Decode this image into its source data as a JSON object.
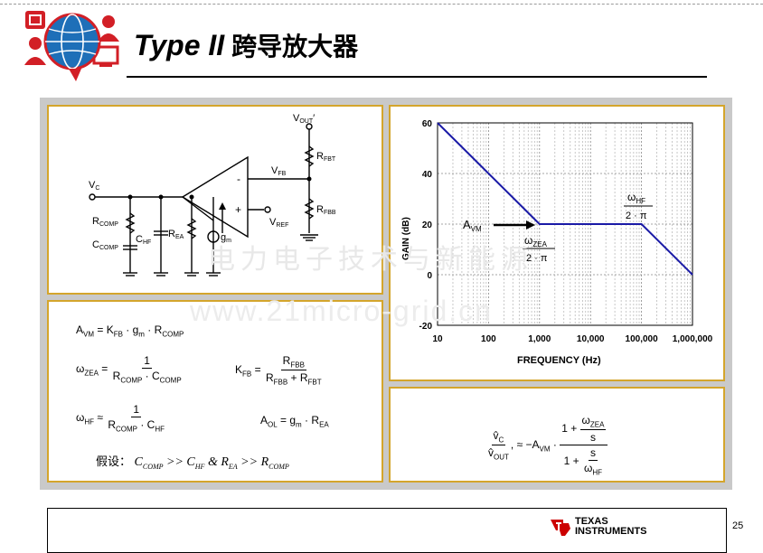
{
  "header": {
    "title_en": "Type II",
    "title_cn": "跨导放大器"
  },
  "watermark": {
    "line1": "电力电子技术与新能源",
    "line2": "www.21micro-grid.cn"
  },
  "circuit": {
    "vout_label": "V",
    "vout_sub": "OUT",
    "vout_prime": "′",
    "rfbt": "R",
    "rfbt_sub": "FBT",
    "rfbb": "R",
    "rfbb_sub": "FBB",
    "vfb": "V",
    "vfb_sub": "FB",
    "vc": "V",
    "vc_sub": "C",
    "rcomp": "R",
    "rcomp_sub": "COMP",
    "ccomp": "C",
    "ccomp_sub": "COMP",
    "chf": "C",
    "chf_sub": "HF",
    "rea": "R",
    "rea_sub": "EA",
    "gm": "g",
    "gm_sub": "m",
    "vref": "V",
    "vref_sub": "REF",
    "minus": "-",
    "plus": "+"
  },
  "equations": {
    "avm": {
      "lhs": "A",
      "lhs_sub": "VM",
      "rhs": "= K",
      "k_sub": "FB",
      "rest1": " · g",
      "gm_sub": "m",
      "rest2": " · R",
      "r_sub": "COMP"
    },
    "wzea": {
      "lhs": "ω",
      "lhs_sub": "ZEA",
      "eq": "=",
      "num": "1",
      "den_a": "R",
      "den_a_sub": "COMP",
      "den_dot": " · C",
      "den_b_sub": "COMP"
    },
    "kfb": {
      "lhs": "K",
      "lhs_sub": "FB",
      "eq": "=",
      "num": "R",
      "num_sub": "FBB",
      "den_a": "R",
      "den_a_sub": "FBB",
      "den_plus": " + R",
      "den_b_sub": "FBT"
    },
    "whf": {
      "lhs": "ω",
      "lhs_sub": "HF",
      "eq": "≈",
      "num": "1",
      "den_a": "R",
      "den_a_sub": "COMP",
      "den_dot": " · C",
      "den_b_sub": "HF"
    },
    "aol": {
      "lhs": "A",
      "lhs_sub": "OL",
      "rhs": "= g",
      "gm_sub": "m",
      "rest": " · R",
      "r_sub": "EA"
    },
    "assume": {
      "label": "假设：",
      "c1": "C",
      "c1_sub": "COMP",
      "gt1": " >> C",
      "c2_sub": "HF",
      "amp": " & R",
      "r1_sub": "EA",
      "gt2": " >> R",
      "r2_sub": "COMP"
    }
  },
  "transfer_function": {
    "vc_hat": "v̂",
    "vc_sub": "C",
    "vout_hat": "v̂",
    "vout_sub": "OUT",
    "approx": "≈ −A",
    "avm_sub": "VM",
    "dot": " · ",
    "num_one_plus": "1 + ",
    "num_frac_top": "ω",
    "num_frac_top_sub": "ZEA",
    "num_frac_bot": "s",
    "den_one_plus": "1 + ",
    "den_frac_top": "s",
    "den_frac_bot": "ω",
    "den_frac_bot_sub": "HF",
    "comma": ","
  },
  "chart_data": {
    "type": "line",
    "xscale": "log",
    "xlabel": "FREQUENCY (Hz)",
    "ylabel": "GAIN (dB)",
    "xlim": [
      10,
      1000000
    ],
    "ylim": [
      -20,
      60
    ],
    "x_ticks": [
      "10",
      "100",
      "1,000",
      "10,000",
      "100,000",
      "1,000,000"
    ],
    "y_ticks": [
      "-20",
      "0",
      "20",
      "40",
      "60"
    ],
    "grid": true,
    "series": [
      {
        "x": [
          10,
          1000,
          100000,
          1000000
        ],
        "y": [
          60,
          20,
          20,
          0
        ],
        "color": "#1a1aa6"
      }
    ],
    "annotations": {
      "avm": "A",
      "avm_sub": "VM",
      "wzea_top": "ω",
      "wzea_top_sub": "ZEA",
      "wzea_bot": "2 · π",
      "whf_top": "ω",
      "whf_top_sub": "HF",
      "whf_bot": "2 · π"
    }
  },
  "footer": {
    "brand_line1": "TEXAS",
    "brand_line2": "INSTRUMENTS",
    "page_number": "25"
  },
  "colors": {
    "panel_border": "#d4a52c",
    "content_bg": "#c9c9c9",
    "curve": "#1a1aa6",
    "ti_red": "#cc0000"
  }
}
